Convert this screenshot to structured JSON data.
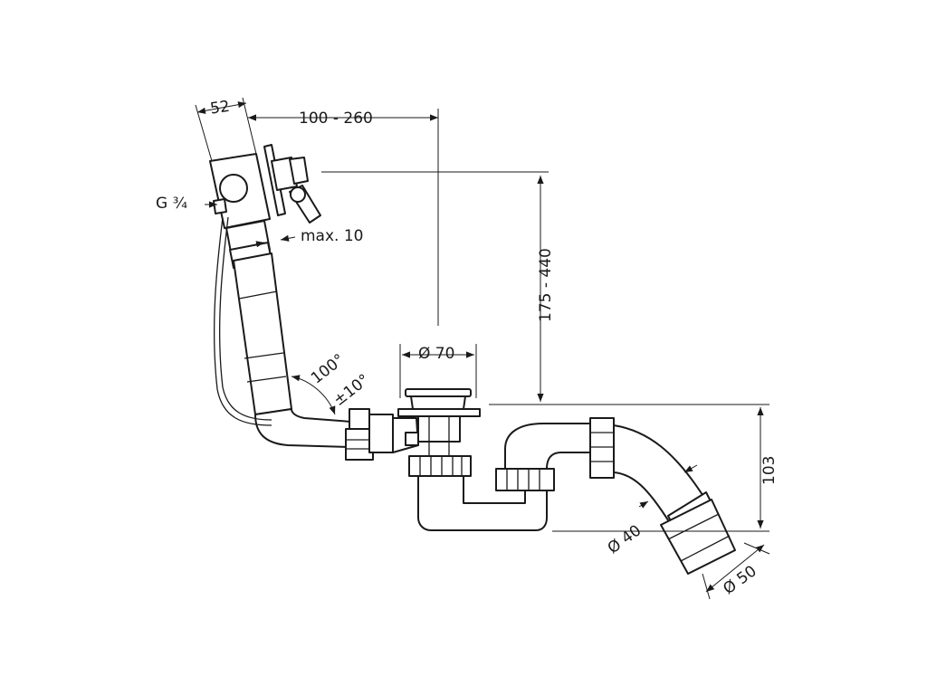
{
  "dimensions": {
    "flange_width": "52",
    "overflow_to_drain": "100 - 260",
    "thread_size": "G ¾",
    "wall_thickness": "max. 10",
    "drain_depth": "175 - 440",
    "drain_diameter": "Ø 70",
    "angle": "100°",
    "angle_tolerance": "±10°",
    "trap_height": "103",
    "outlet_inner_diameter": "Ø 40",
    "outlet_outer_diameter": "Ø 50"
  },
  "colors": {
    "line": "#1a1a1a",
    "background": "#ffffff"
  }
}
